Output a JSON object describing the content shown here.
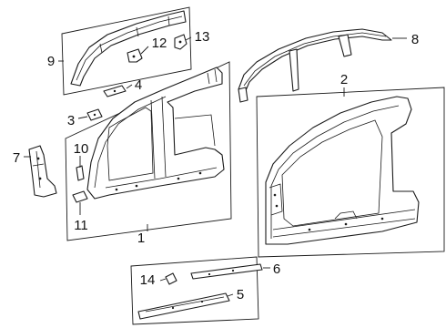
{
  "callouts": [
    {
      "num": "1"
    },
    {
      "num": "2"
    },
    {
      "num": "3"
    },
    {
      "num": "4"
    },
    {
      "num": "5"
    },
    {
      "num": "6"
    },
    {
      "num": "7"
    },
    {
      "num": "8"
    },
    {
      "num": "9"
    },
    {
      "num": "10"
    },
    {
      "num": "11"
    },
    {
      "num": "12"
    },
    {
      "num": "13"
    },
    {
      "num": "14"
    }
  ],
  "colors": {
    "line": "#1a1a1a",
    "background": "#ffffff"
  }
}
